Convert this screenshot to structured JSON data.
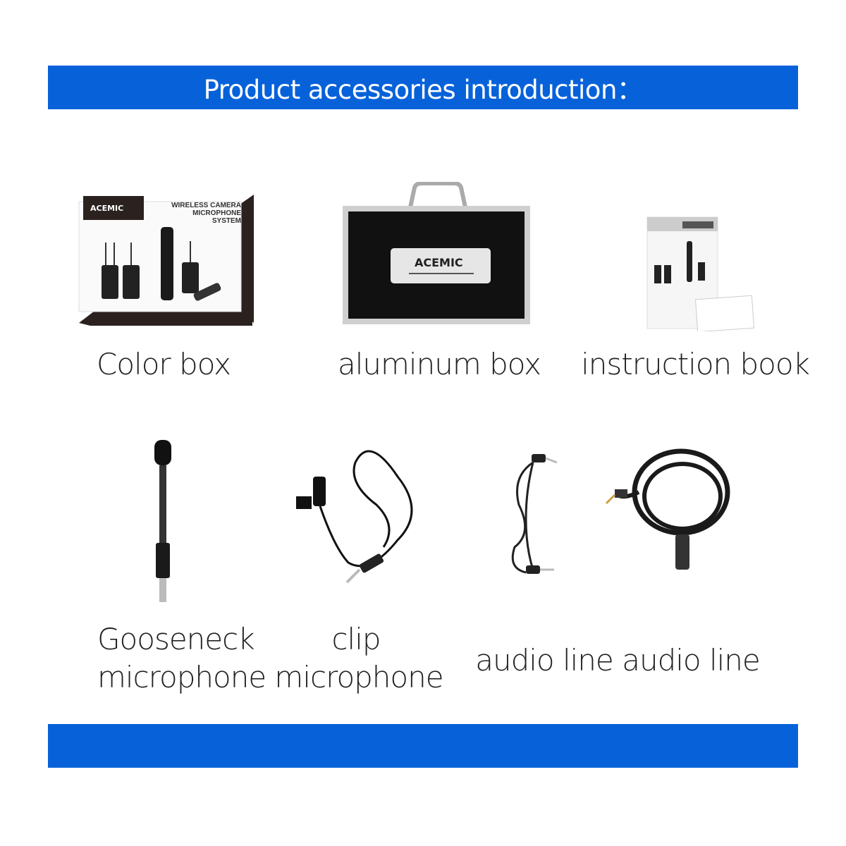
{
  "header": {
    "title": "Product accessories introduction："
  },
  "accessories": [
    {
      "label": "Color box",
      "logo_text": "ACEMIC",
      "box_text": "WIRELESS CAMERA MICROPHONE SYSTEM"
    },
    {
      "label": "aluminum box",
      "logo_text": "ACEMIC"
    },
    {
      "label": "instruction book"
    },
    {
      "label_line1": "Gooseneck",
      "label_line2": "microphone"
    },
    {
      "label_line1": "clip",
      "label_line2": "microphone"
    },
    {
      "label": "audio line"
    },
    {
      "label": "audio line"
    }
  ],
  "colors": {
    "banner": "#0762DA",
    "text": "#222222"
  }
}
